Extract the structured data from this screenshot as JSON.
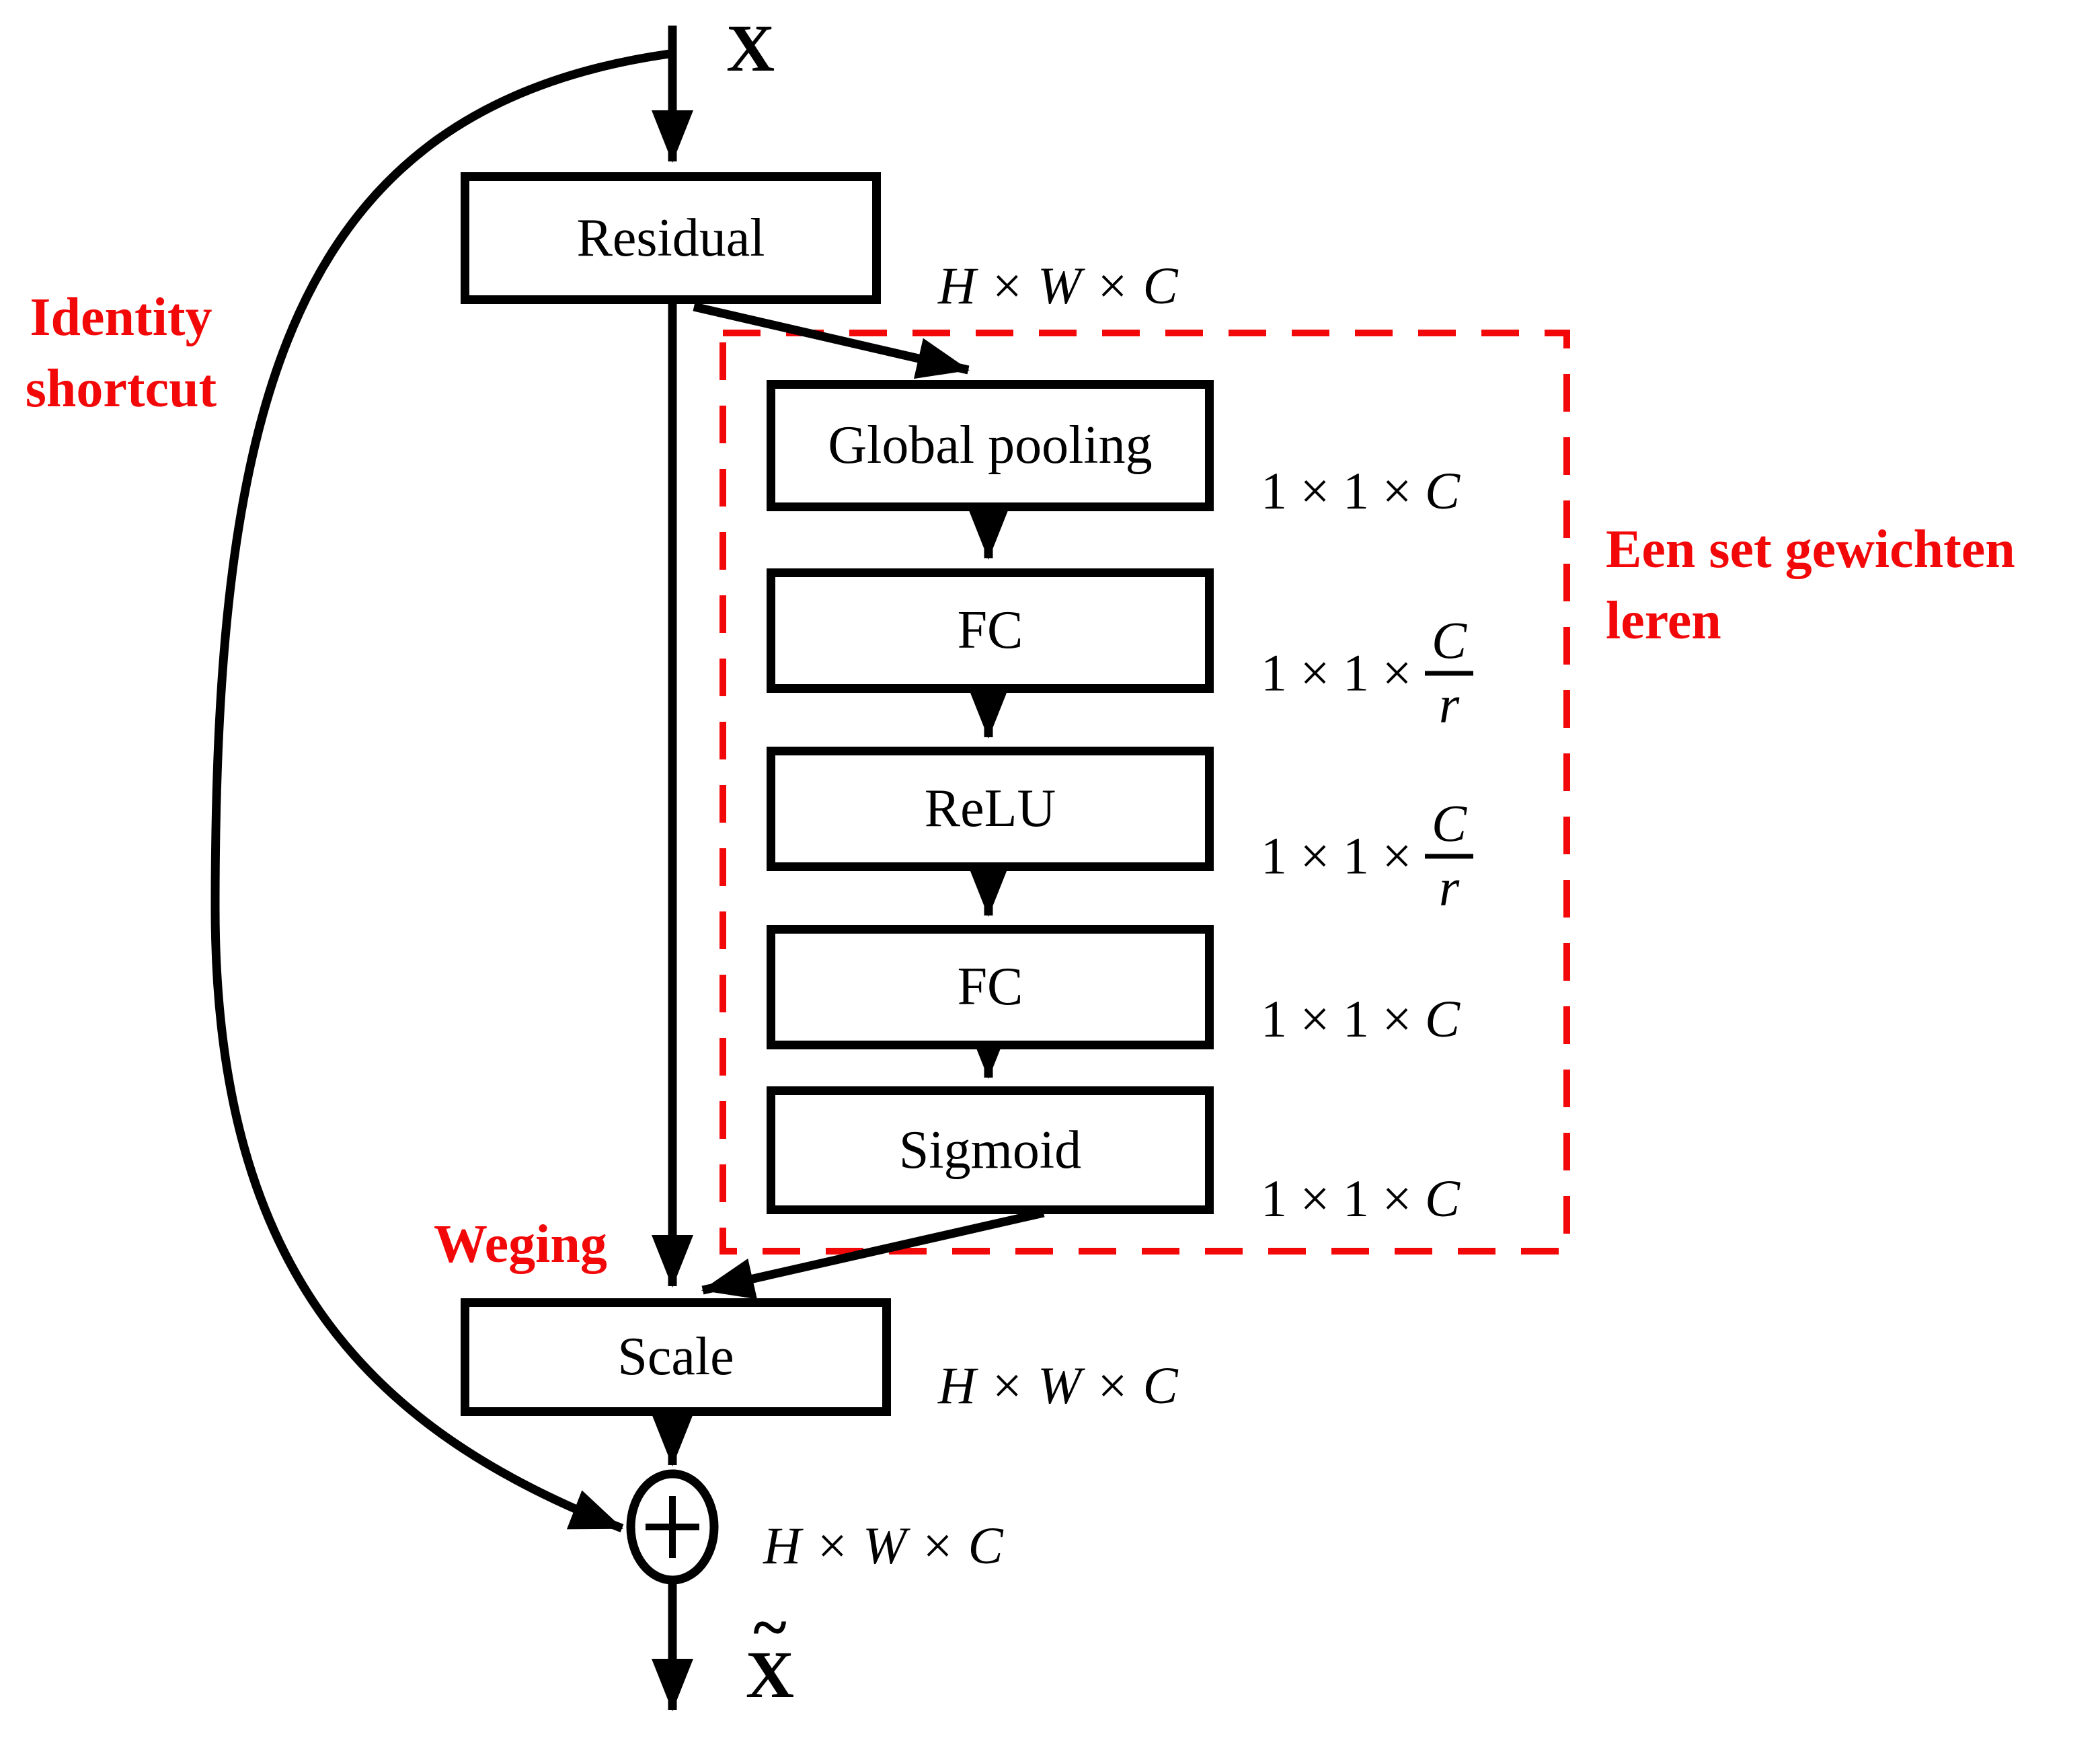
{
  "figure": {
    "background": "#ffffff",
    "accent_red": "#f20808",
    "ink_black": "#000000",
    "description": "Squeeze-and-Excitation residual block diagram"
  },
  "nodes": {
    "input": {
      "label": "X"
    },
    "residual": {
      "label": "Residual"
    },
    "global_pooling": {
      "label": "Global pooling"
    },
    "fc1": {
      "label": "FC"
    },
    "relu": {
      "label": "ReLU"
    },
    "fc2": {
      "label": "FC"
    },
    "sigmoid": {
      "label": "Sigmoid"
    },
    "scale": {
      "label": "Scale"
    },
    "sum": {
      "symbol": "+"
    },
    "output": {
      "label": "X",
      "tilde": "~"
    }
  },
  "dim_labels": {
    "residual_out": {
      "text": "H × W × C"
    },
    "global_pooling_out": {
      "prefix": "1 × 1 × ",
      "num": "C"
    },
    "fc1_out": {
      "prefix": "1 × 1 × ",
      "num": "C",
      "den": "r"
    },
    "relu_out": {
      "prefix": "1 × 1 × ",
      "num": "C",
      "den": "r"
    },
    "fc2_out": {
      "prefix": "1 × 1 × ",
      "num": "C"
    },
    "sigmoid_out": {
      "prefix": "1 × 1 × ",
      "num": "C"
    },
    "scale_out": {
      "text": "H × W × C"
    },
    "sum_out": {
      "text": "H × W × C"
    }
  },
  "annotations": {
    "identity_shortcut": {
      "line1": "Identity",
      "line2": "shortcut"
    },
    "weging": {
      "text": "Weging"
    },
    "een_set": {
      "line1": "Een set gewichten",
      "line2": "leren"
    }
  }
}
